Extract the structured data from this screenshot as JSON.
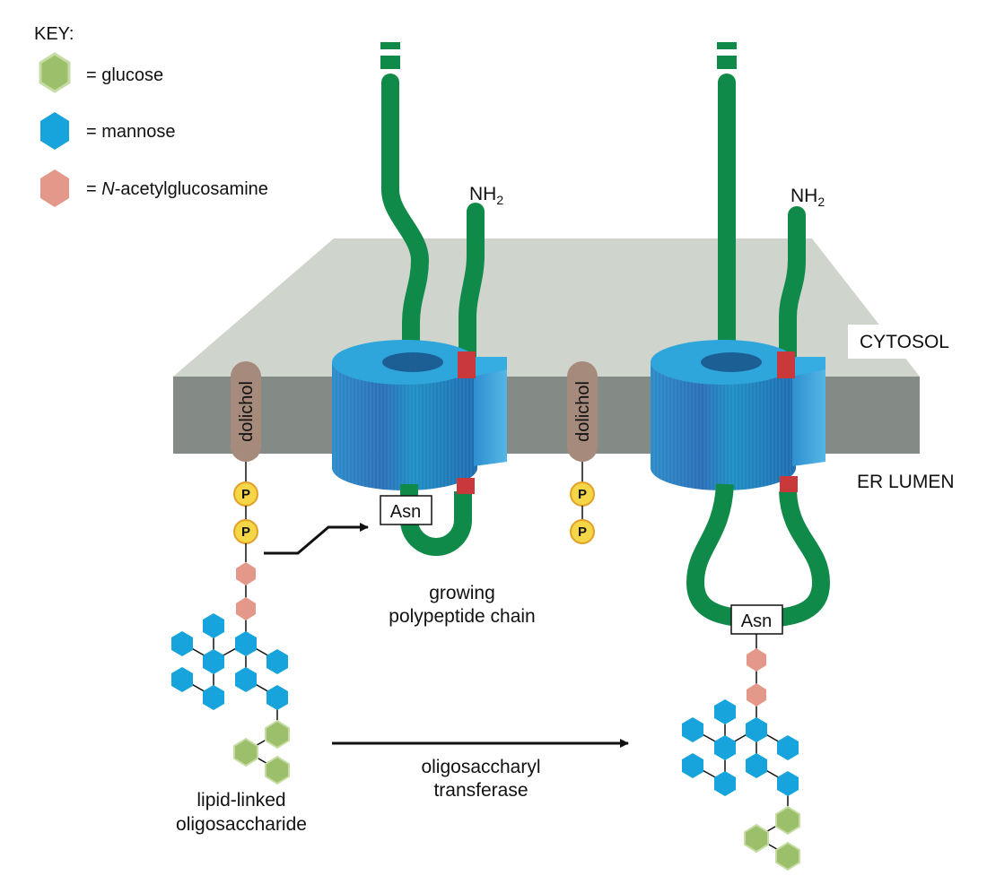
{
  "key": {
    "title": "KEY:",
    "items": [
      {
        "label": "= glucose",
        "color": "#9bbf6a"
      },
      {
        "label": "= mannose",
        "color": "#17a3dc"
      },
      {
        "label_prefix": "= ",
        "label_italic": "N",
        "label_suffix": "-acetylglucosamine",
        "color": "#e3988a"
      }
    ]
  },
  "labels": {
    "nh2_main": "NH",
    "nh2_sub": "2",
    "cytosol": "CYTOSOL",
    "er_lumen": "ER LUMEN",
    "dolichol": "dolichol",
    "phosphate": "P",
    "asn": "Asn",
    "growing_line1": "growing",
    "growing_line2": "polypeptide chain",
    "lipid_line1": "lipid-linked",
    "lipid_line2": "oligosaccharide",
    "transferase_line1": "oligosaccharyl",
    "transferase_line2": "transferase"
  },
  "colors": {
    "glucose": "#9bbf6a",
    "glucose_stroke": "#c6dca4",
    "mannose": "#17a3dc",
    "nacetyl": "#e3988a",
    "chain": "#0f8a48",
    "red_segment": "#c9383b",
    "membrane_top": "#cfd4cd",
    "membrane_front": "#848a85",
    "translocon_top": "#2ea6dc",
    "translocon_side": "#2b78be",
    "dolichol": "#a68a7b",
    "phosphate": "#f4d646",
    "phosphate_stroke": "#e1a02a"
  }
}
